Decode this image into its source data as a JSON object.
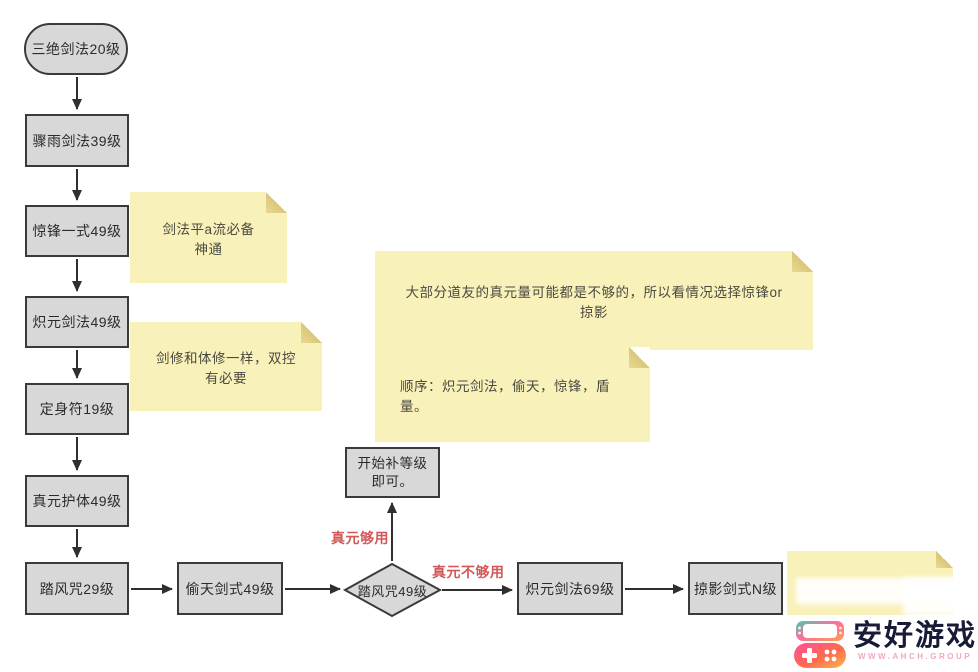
{
  "diagram": {
    "nodes": {
      "sanjue": {
        "label": "三绝剑法20级",
        "shape": "stadium"
      },
      "zhouyu": {
        "label": "骤雨剑法39级",
        "shape": "rect"
      },
      "jingfeng": {
        "label": "惊锋一式49级",
        "shape": "rect"
      },
      "chiyuan49": {
        "label": "炽元剑法49级",
        "shape": "rect"
      },
      "dingshen": {
        "label": "定身符19级",
        "shape": "rect"
      },
      "zhenyuan": {
        "label": "真元护体49级",
        "shape": "rect"
      },
      "tafeng29": {
        "label": "踏风咒29级",
        "shape": "rect"
      },
      "toutian": {
        "label": "偷天剑式49级",
        "shape": "rect"
      },
      "tafeng49": {
        "label": "踏风咒49级",
        "shape": "diamond"
      },
      "buqi": {
        "label": "开始补等级\n即可。",
        "shape": "rect"
      },
      "chiyuan69": {
        "label": "炽元剑法69级",
        "shape": "rect"
      },
      "lueying": {
        "label": "掠影剑式N级",
        "shape": "rect"
      }
    },
    "edge_labels": {
      "enough": "真元够用",
      "not_enough": "真元不够用"
    },
    "notes": [
      {
        "text": "剑法平a流必备神通"
      },
      {
        "text": "剑修和体修一样，双控有必要"
      },
      {
        "text": "大部分道友的真元量可能都是不够的，所以看情况选择惊锋or掠影"
      },
      {
        "text": "顺序：炽元剑法，偷天，惊锋，盾量。"
      },
      {
        "text": ""
      }
    ]
  },
  "watermark": {
    "title": "安好游戏",
    "subtitle": "WWW.AHCH.GROUP"
  },
  "colors": {
    "node_fill": "#d8d8d8",
    "node_border": "#3a3a3a",
    "note_fill": "#f9f1ba",
    "note_fold": "#d9c67a",
    "arrow": "#2f2f2f",
    "edge_label_red": "#d25858",
    "logo_text": "#181a38",
    "logo_sub": "#f2a6c6"
  }
}
